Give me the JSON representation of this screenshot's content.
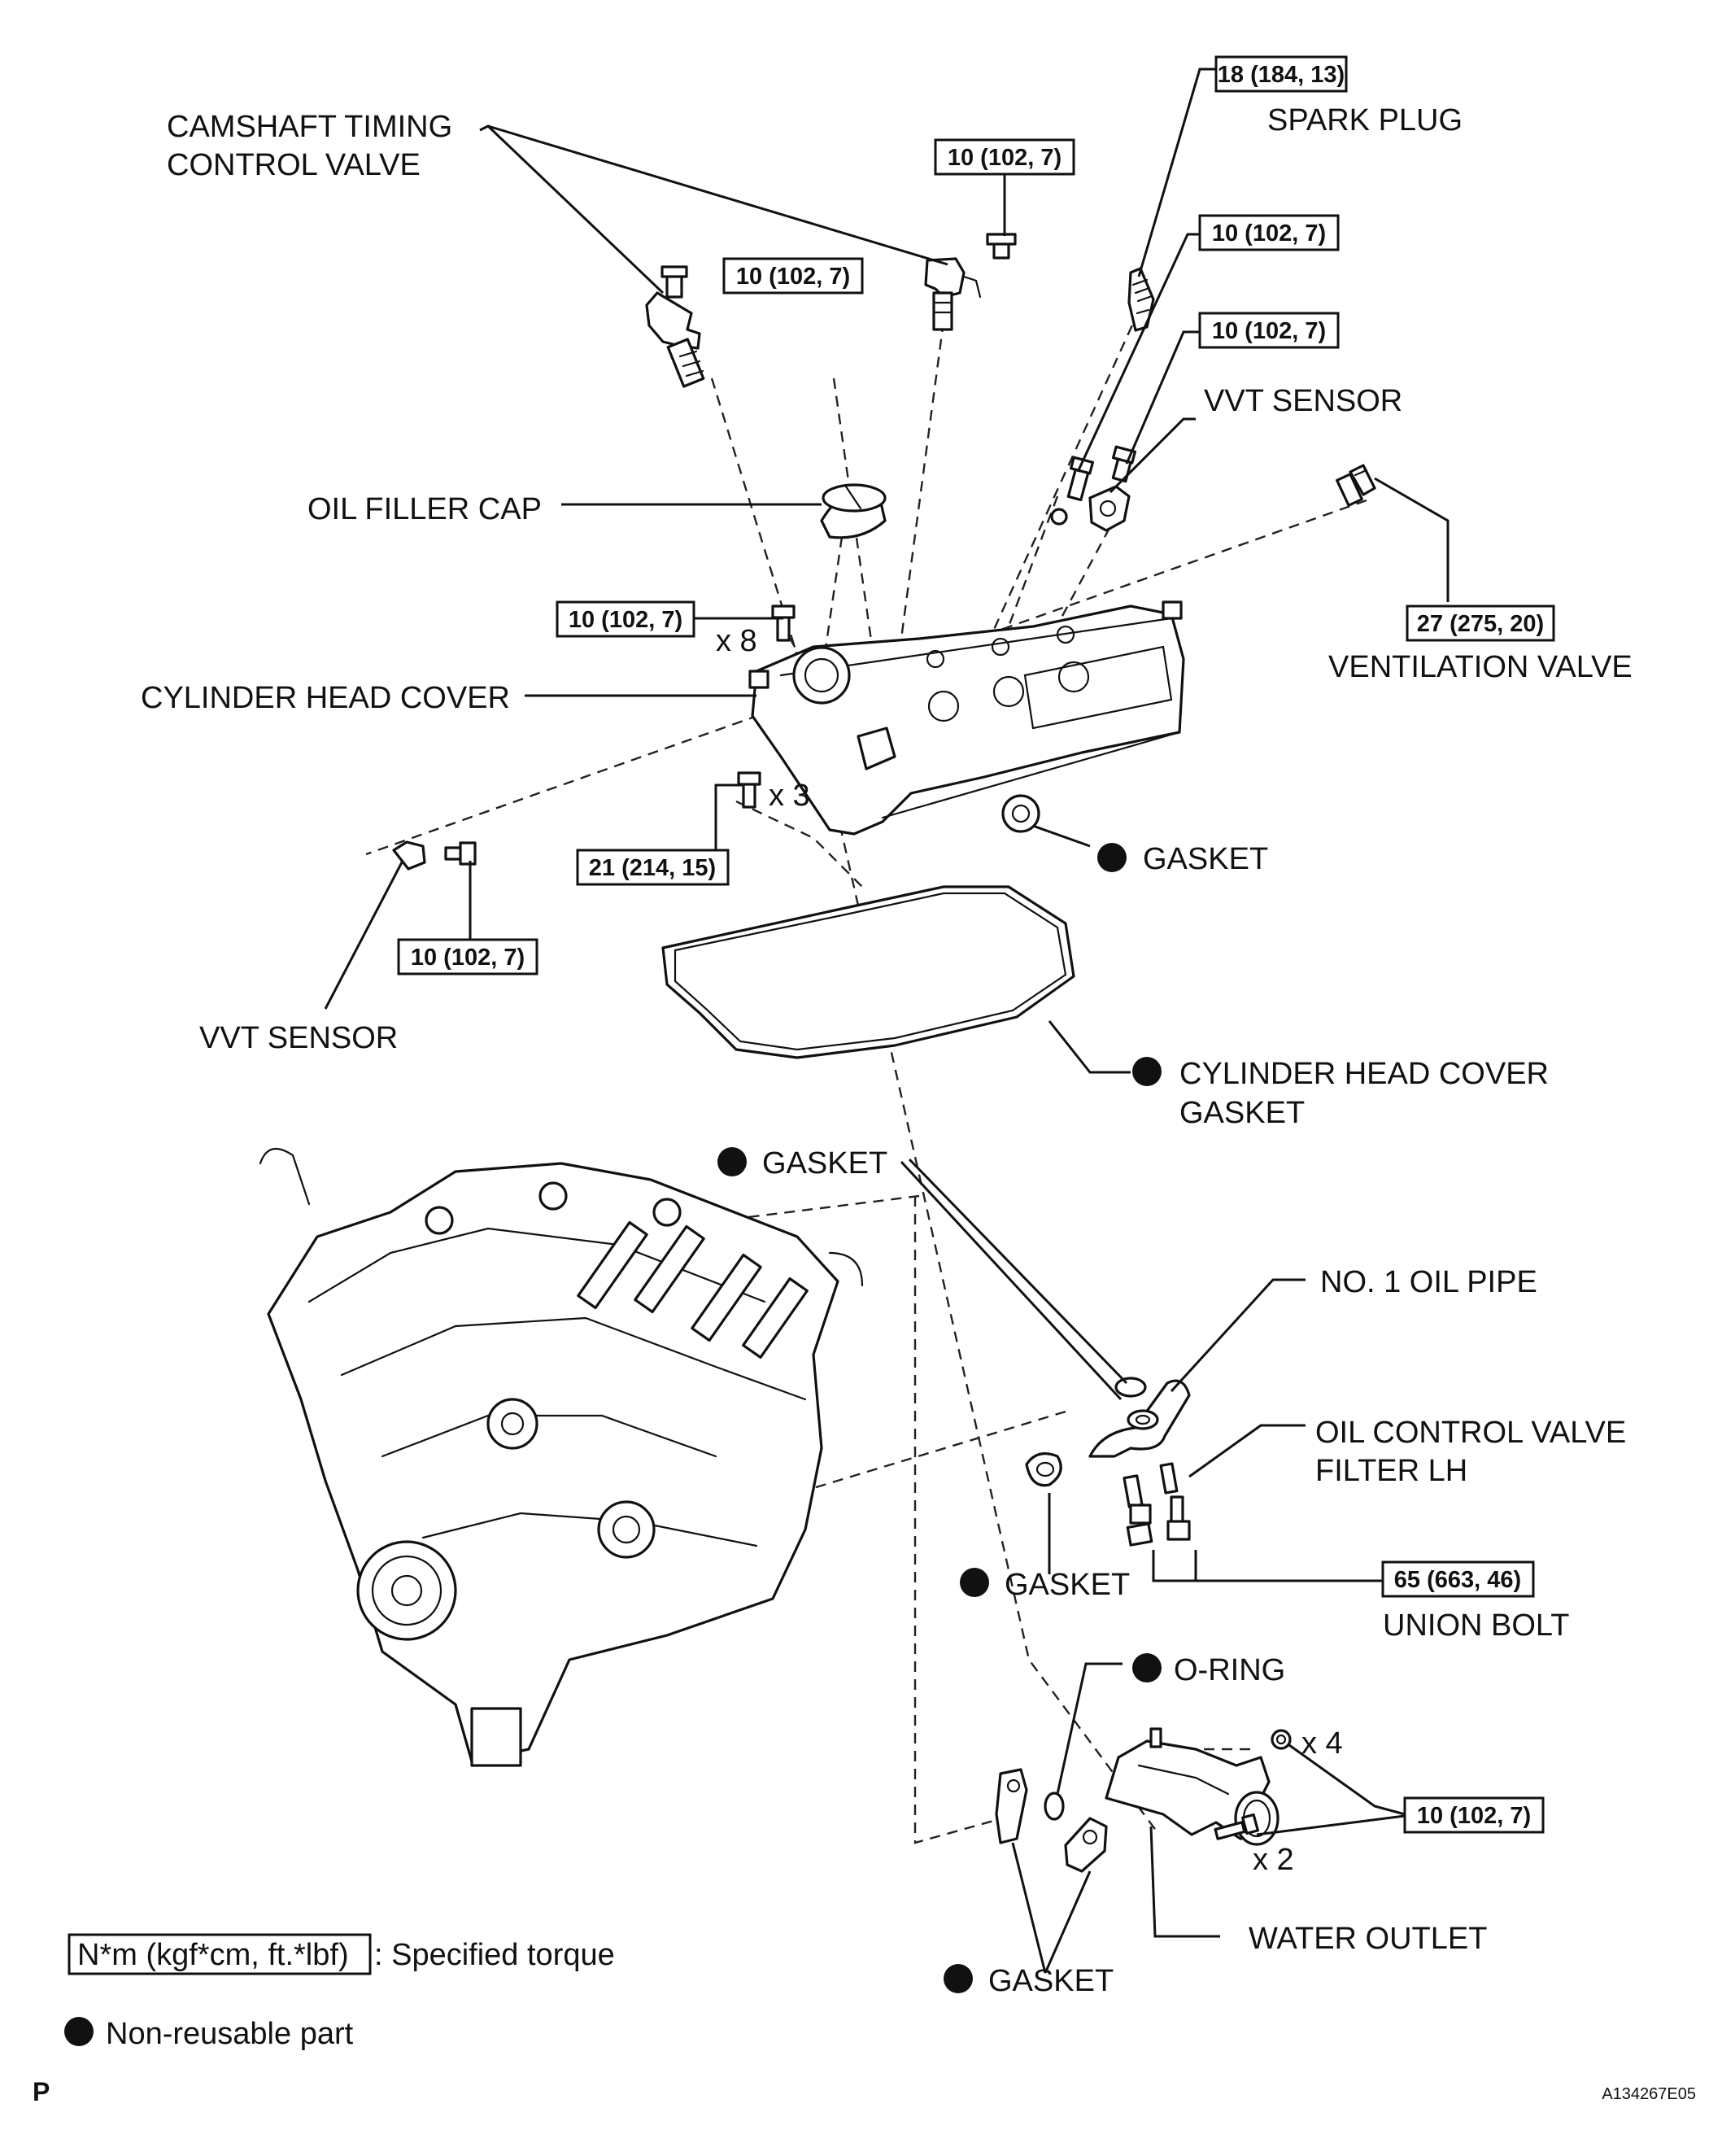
{
  "labels": {
    "camshaft_valve": [
      "CAMSHAFT TIMING",
      "CONTROL VALVE"
    ],
    "spark_plug": "SPARK PLUG",
    "vvt_sensor_upper": "VVT SENSOR",
    "oil_filler_cap": "OIL FILLER CAP",
    "ventilation_valve": "VENTILATION VALVE",
    "cylinder_head_cover": "CYLINDER HEAD COVER",
    "gasket_upper": "GASKET",
    "vvt_sensor_lower": "VVT SENSOR",
    "cylinder_head_cover_gasket": [
      "CYLINDER HEAD COVER",
      "GASKET"
    ],
    "gasket_oil_pipe": "GASKET",
    "no1_oil_pipe": "NO. 1 OIL PIPE",
    "oil_control_valve_filter": [
      "OIL CONTROL VALVE",
      "FILTER LH"
    ],
    "gasket_union": "GASKET",
    "union_bolt": "UNION BOLT",
    "o_ring": "O-RING",
    "water_outlet": "WATER OUTLET",
    "gasket_water": "GASKET"
  },
  "torques": {
    "spark_plug": "18 (184, 13)",
    "camshaft_valve_right": "10 (102, 7)",
    "camshaft_valve_left": "10 (102, 7)",
    "vvt_sensor_bolt_a": "10 (102, 7)",
    "vvt_sensor_bolt_b": "10 (102, 7)",
    "cover_bolts": "10 (102, 7)",
    "ventilation_valve": "27 (275, 20)",
    "cover_bolts_b": "21 (214, 15)",
    "vvt_sensor_lower": "10 (102, 7)",
    "union_bolt": "65 (663, 46)",
    "water_outlet": "10 (102, 7)"
  },
  "quantities": {
    "cover_bolts": "x 8",
    "cover_bolts_b": "x 3",
    "water_outlet_nuts": "x 4",
    "water_outlet_bolts": "x 2"
  },
  "legend": {
    "torque_box": "N*m (kgf*cm, ft.*lbf)",
    "torque_text": ": Specified torque",
    "non_reusable": "Non-reusable part"
  },
  "footer": {
    "page_marker": "P",
    "figure_code": "A134267E05"
  }
}
